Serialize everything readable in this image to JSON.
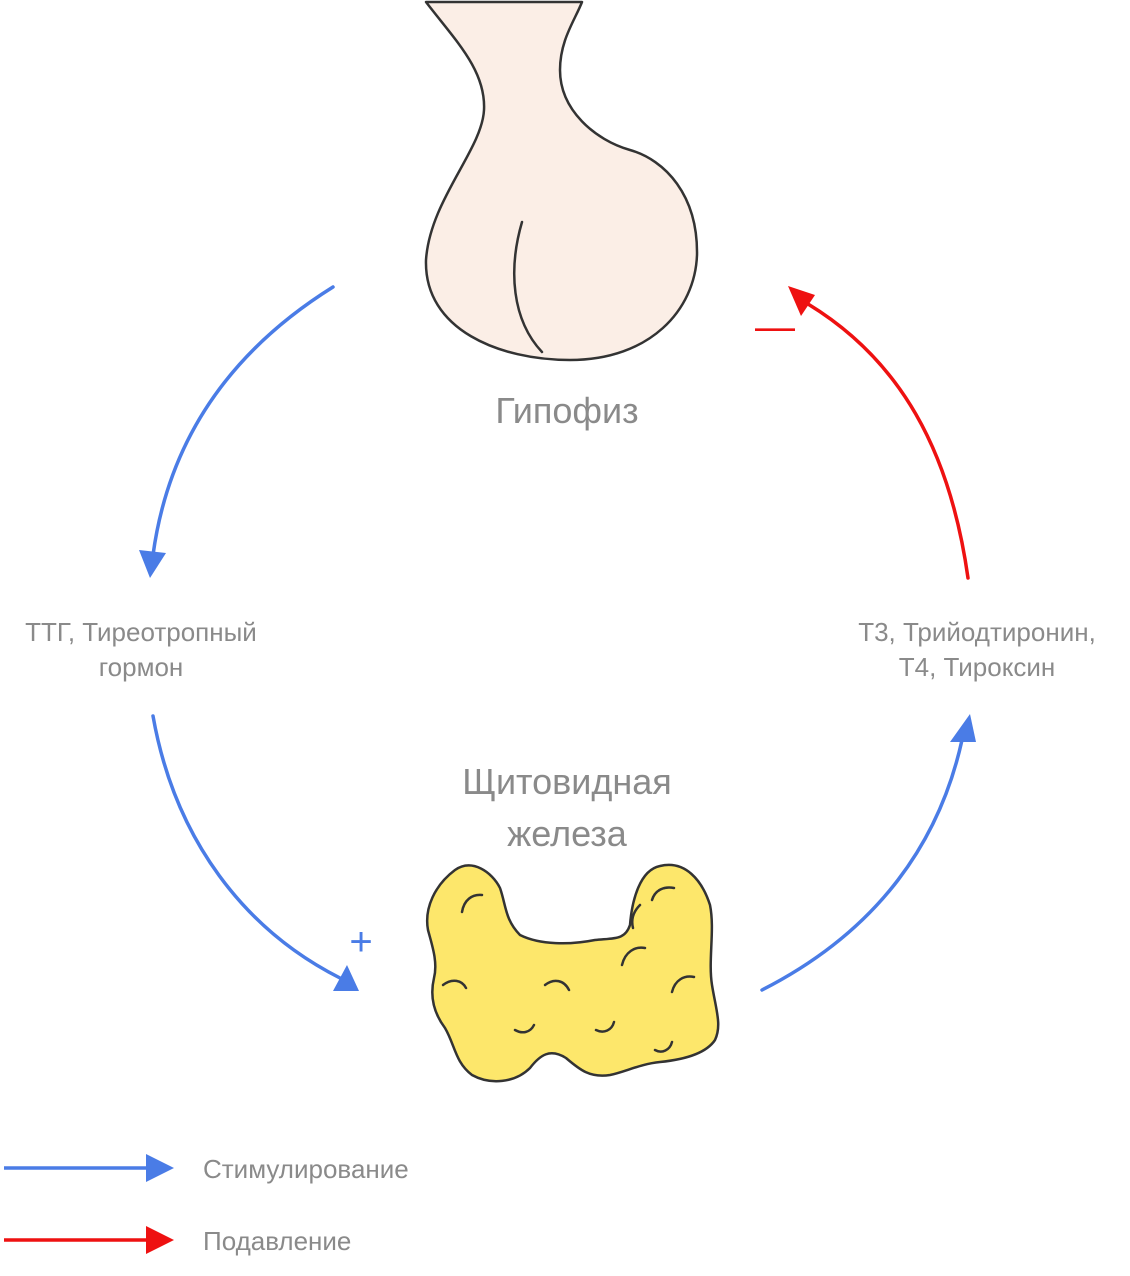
{
  "nodes": {
    "pituitary": {
      "label": "Гипофиз",
      "fill": "#fbeee6",
      "stroke": "#333333"
    },
    "thyroid": {
      "label_line1": "Щитовидная",
      "label_line2": "железа",
      "fill": "#fde76b",
      "stroke": "#333333"
    }
  },
  "hormones": {
    "tsh": {
      "line1": "ТТГ, Тиреотропный",
      "line2": "гормон"
    },
    "t3t4": {
      "line1": "Т3, Трийодтиронин,",
      "line2": "Т4, Тироксин"
    }
  },
  "signs": {
    "plus": "+",
    "minus": "—"
  },
  "legend": [
    {
      "label": "Стимулирование",
      "color": "#4a7ce6"
    },
    {
      "label": "Подавление",
      "color": "#ee1111"
    }
  ],
  "colors": {
    "stimulation": "#4a7ce6",
    "suppression": "#ee1111",
    "text": "#8a8a8a"
  }
}
